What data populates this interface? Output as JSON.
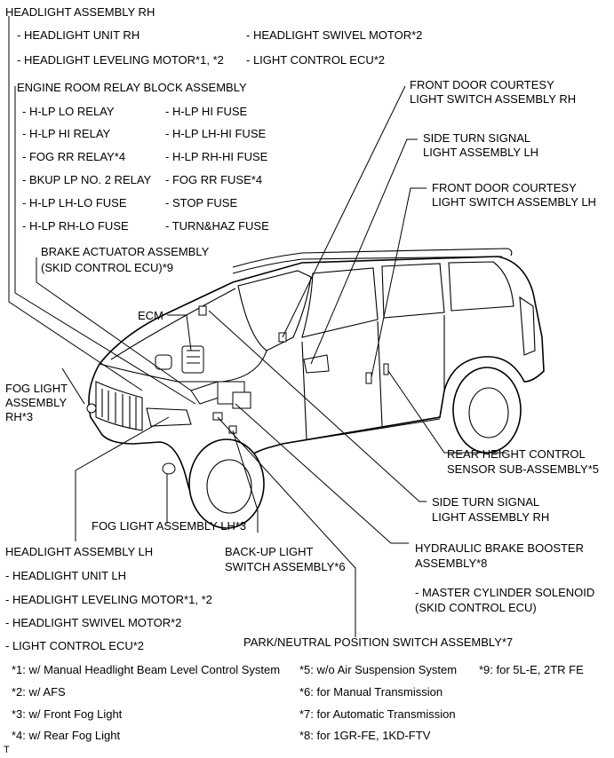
{
  "labels": {
    "headlight_rh": "HEADLIGHT ASSEMBLY RH",
    "headlight_unit_rh": "- HEADLIGHT UNIT RH",
    "headlight_swivel_rh": "- HEADLIGHT SWIVEL MOTOR*2",
    "headlight_leveling_rh": "- HEADLIGHT LEVELING MOTOR*1, *2",
    "light_ecu_rh": "- LIGHT CONTROL ECU*2",
    "relay_block": "ENGINE ROOM RELAY BLOCK ASSEMBLY",
    "relay_items": [
      "- H-LP LO RELAY",
      "- H-LP HI FUSE",
      "- H-LP HI RELAY",
      "- H-LP LH-HI FUSE",
      "- FOG RR RELAY*4",
      "- H-LP RH-HI FUSE",
      "- BKUP LP NO. 2 RELAY",
      "- FOG RR FUSE*4",
      "- H-LP LH-LO FUSE",
      "- STOP FUSE",
      "- H-LP RH-LO FUSE",
      "- TURN&HAZ FUSE"
    ],
    "brake_actuator_1": "BRAKE ACTUATOR ASSEMBLY",
    "brake_actuator_2": "(SKID CONTROL ECU)*9",
    "ecm": "ECM",
    "fog_rh_1": "FOG LIGHT",
    "fog_rh_2": "ASSEMBLY",
    "fog_rh_3": "RH*3",
    "front_door_rh_1": "FRONT DOOR COURTESY",
    "front_door_rh_2": "LIGHT SWITCH ASSEMBLY RH",
    "side_turn_lh_1": "SIDE TURN SIGNAL",
    "side_turn_lh_2": "LIGHT ASSEMBLY LH",
    "front_door_lh_1": "FRONT DOOR COURTESY",
    "front_door_lh_2": "LIGHT SWITCH ASSEMBLY LH",
    "rear_height_1": "REAR HEIGHT CONTROL",
    "rear_height_2": "SENSOR SUB-ASSEMBLY*5",
    "side_turn_rh_1": "SIDE TURN SIGNAL",
    "side_turn_rh_2": "LIGHT ASSEMBLY RH",
    "fog_lh": "FOG LIGHT ASSEMBLY LH*3",
    "headlight_lh": "HEADLIGHT ASSEMBLY LH",
    "backup_1": "BACK-UP LIGHT",
    "backup_2": "SWITCH ASSEMBLY*6",
    "hydraulic_1": "HYDRAULIC BRAKE BOOSTER",
    "hydraulic_2": "ASSEMBLY*8",
    "master_1": "- MASTER CYLINDER SOLENOID",
    "master_2": "(SKID CONTROL ECU)",
    "headlight_unit_lh": "- HEADLIGHT UNIT LH",
    "headlight_leveling_lh": "- HEADLIGHT LEVELING MOTOR*1, *2",
    "headlight_swivel_lh": "- HEADLIGHT SWIVEL MOTOR*2",
    "light_ecu_lh": "- LIGHT CONTROL ECU*2",
    "park_neutral": "PARK/NEUTRAL POSITION SWITCH ASSEMBLY*7"
  },
  "notes": {
    "n1": "*1: w/ Manual Headlight Beam Level Control System",
    "n2": "*2: w/ AFS",
    "n3": "*3: w/ Front Fog Light",
    "n4": "*4: w/ Rear Fog Light",
    "n5": "*5: w/o Air Suspension System",
    "n6": "*6: for Manual Transmission",
    "n7": "*7: for Automatic Transmission",
    "n8": "*8: for 1GR-FE, 1KD-FTV",
    "n9": "*9: for 5L-E, 2TR FE"
  },
  "corner_mark": "T"
}
